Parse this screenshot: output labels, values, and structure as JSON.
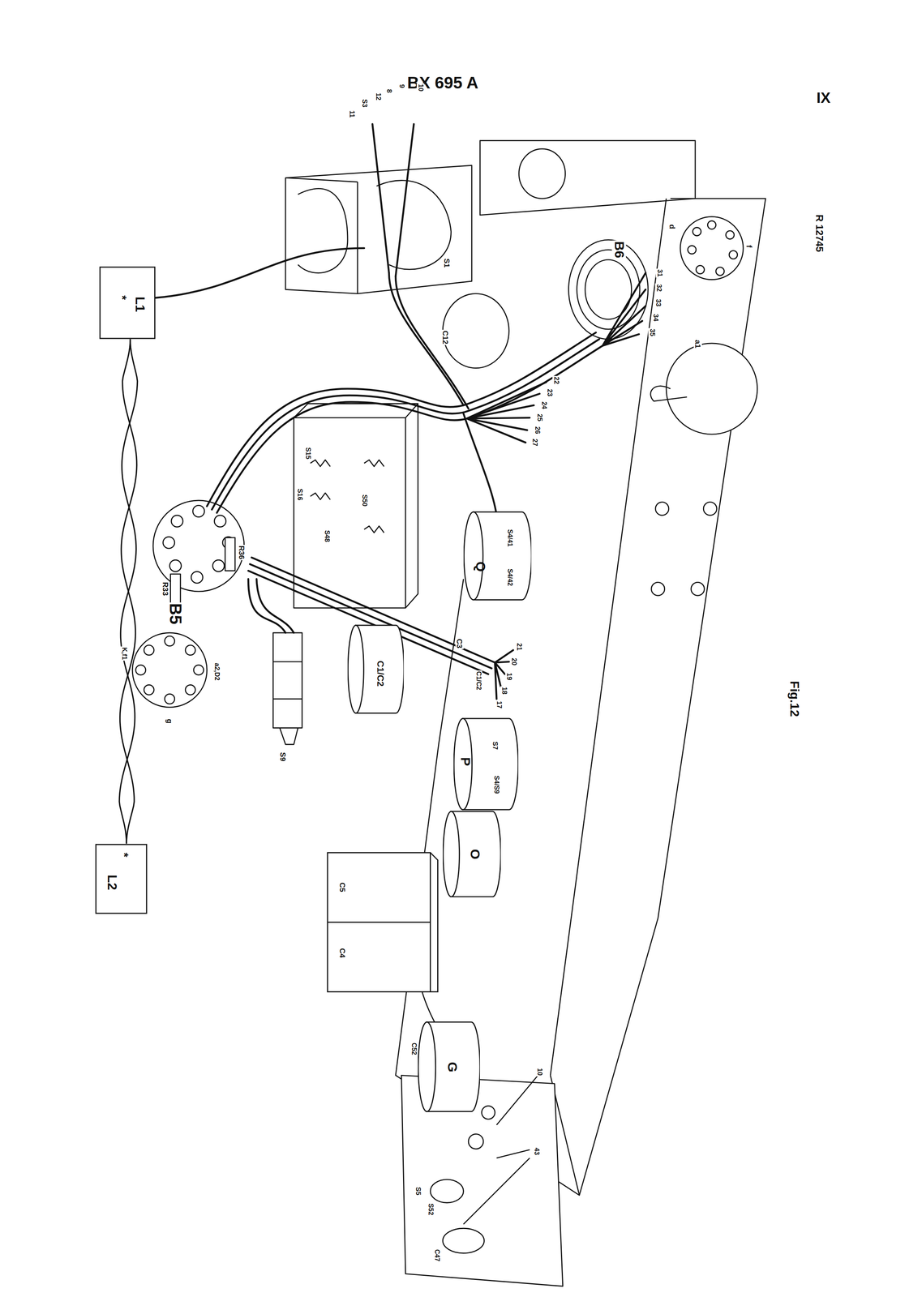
{
  "diagram": {
    "nodes": [
      {
        "text": [
          "*",
          "L1"
        ]
      },
      {
        "text": [
          "*",
          "L2"
        ]
      },
      {
        "text": [
          "C1/C2"
        ]
      },
      {
        "text": [
          "P",
          "S7",
          "S4/S9"
        ]
      },
      {
        "text": [
          "Q",
          "S4/41",
          "S4/42"
        ]
      },
      {
        "text": [
          "O"
        ]
      },
      {
        "text": [
          "G"
        ]
      },
      {
        "text": [
          "C4",
          "C5"
        ]
      }
    ],
    "edges": [
      {
        "from": 0,
        "to": 1,
        "arrow": "none"
      }
    ],
    "labels": [
      "BX 695 A",
      "IX",
      "Fig.12",
      "R 12745",
      "B5",
      "R33",
      "R36",
      "B6",
      "C12",
      "S1",
      "11",
      "S3",
      "12",
      "8",
      "9",
      "10",
      "S15",
      "S16",
      "S48",
      "S50",
      "S9",
      "C3",
      "C1/C2",
      "17",
      "18",
      "19",
      "20",
      "21",
      "22",
      "23",
      "24",
      "25",
      "26",
      "27",
      "31",
      "32",
      "33",
      "34",
      "35",
      "a1",
      "f",
      "d",
      "K,f1",
      "a2,D2",
      "g",
      "C52",
      "S5",
      "S52",
      "C47",
      "10",
      "43"
    ]
  }
}
